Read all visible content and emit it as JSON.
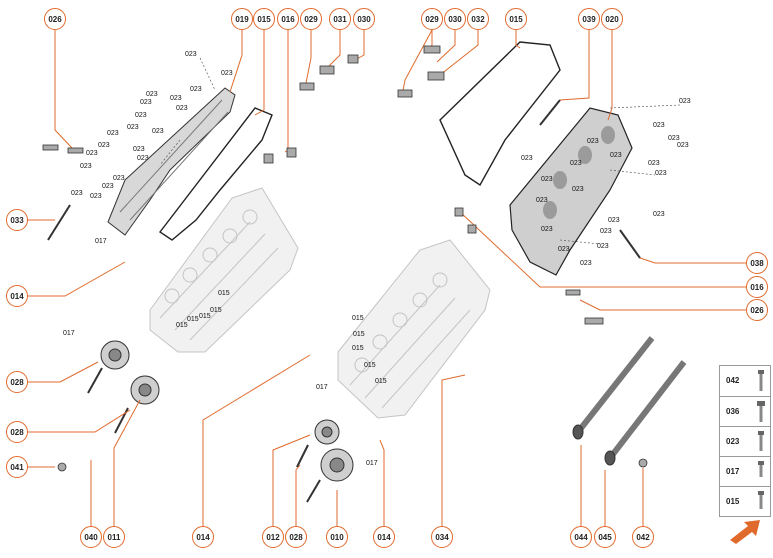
{
  "callouts": {
    "c026_top": "026",
    "c019": "019",
    "c015_top": "015",
    "c016_top": "016",
    "c029_top": "029",
    "c031": "031",
    "c030_top": "030",
    "c029_right": "029",
    "c030_right": "030",
    "c032": "032",
    "c015_right": "015",
    "c039": "039",
    "c020": "020",
    "c033": "033",
    "c014_left": "014",
    "c028_a": "028",
    "c028_b": "028",
    "c041": "041",
    "c038": "038",
    "c016_right": "016",
    "c026_right": "026",
    "c040": "040",
    "c011": "011",
    "c014_mid": "014",
    "c012": "012",
    "c028_c": "028",
    "c010": "010",
    "c014_right": "014",
    "c034": "034",
    "c044": "044",
    "c045": "045",
    "c042": "042"
  },
  "refs": {
    "r1": "023",
    "r2": "023",
    "r3": "023",
    "r4": "023",
    "r5": "023",
    "r6": "023",
    "r7": "023",
    "r8": "023",
    "r9": "023",
    "r10": "023",
    "r11": "023",
    "r12": "023",
    "r13": "023",
    "r14": "023",
    "r15": "023",
    "r16": "023",
    "r17": "023",
    "r18": "023",
    "r19": "023",
    "r20": "023",
    "r21": "017",
    "r22": "017",
    "r23": "015",
    "r24": "015",
    "r25": "015",
    "r26": "015",
    "r27": "015",
    "r28": "015",
    "r29": "015",
    "r30": "015",
    "r31": "015",
    "r32": "015",
    "r33": "017",
    "r34": "017",
    "r35": "023",
    "r36": "023",
    "r37": "023",
    "r38": "023",
    "r39": "023",
    "r40": "023",
    "r41": "023",
    "r42": "023",
    "r43": "023",
    "r44": "023",
    "r45": "023",
    "r46": "023",
    "r47": "023",
    "r48": "023",
    "r49": "023",
    "r50": "023",
    "r51": "023",
    "r52": "023",
    "r53": "023",
    "r54": "023"
  },
  "legend": [
    {
      "code": "042"
    },
    {
      "code": "036"
    },
    {
      "code": "023"
    },
    {
      "code": "017"
    },
    {
      "code": "015"
    }
  ],
  "colors": {
    "accent": "#e06a2c",
    "ghost": "#c9c9c9",
    "line": "#222222"
  },
  "icons": {
    "next": "next-page-arrow-icon"
  }
}
